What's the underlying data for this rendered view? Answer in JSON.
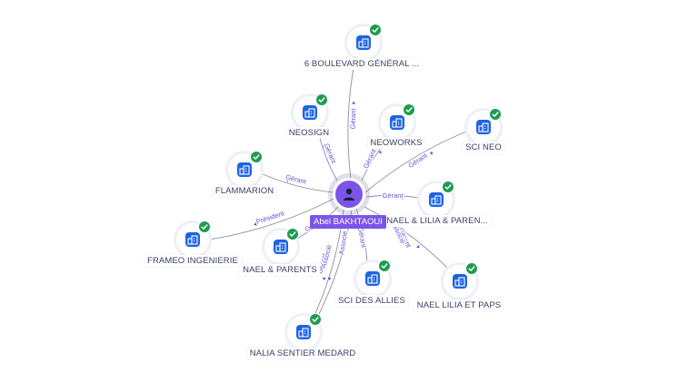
{
  "center": {
    "name": "Abel BAKHTAOUI",
    "icon": "person-icon",
    "color": "#7b55e8"
  },
  "companies": [
    {
      "id": "6-boulevard",
      "name": "6 BOULEVARD GÉNÉRAL ...",
      "icon": "company-icon",
      "verified": true
    },
    {
      "id": "neosign",
      "name": "NEOSIGN",
      "icon": "company-icon",
      "verified": true
    },
    {
      "id": "neoworks",
      "name": "NEOWORKS",
      "icon": "company-icon",
      "verified": true
    },
    {
      "id": "sci-neo",
      "name": "SCI NEO",
      "icon": "company-icon",
      "verified": true
    },
    {
      "id": "flammarion",
      "name": "FLAMMARION",
      "icon": "company-icon",
      "verified": true
    },
    {
      "id": "nael-lilia-parents",
      "name": "NAEL & LILIA & PAREN...",
      "icon": "company-icon",
      "verified": true
    },
    {
      "id": "frameo",
      "name": "FRAMEO INGENIERIE",
      "icon": "company-icon",
      "verified": true
    },
    {
      "id": "nael-parents",
      "name": "NAEL & PARENTS",
      "icon": "company-icon",
      "verified": true
    },
    {
      "id": "sci-des-allies",
      "name": "SCI DES ALLIES",
      "icon": "company-icon",
      "verified": true
    },
    {
      "id": "nael-lilia-paps",
      "name": "NAEL LILIA ET PAPS",
      "icon": "company-icon",
      "verified": true
    },
    {
      "id": "nalia",
      "name": "NALIA SENTIER MEDARD",
      "icon": "company-icon",
      "verified": true
    }
  ],
  "relations": [
    {
      "target": "6-boulevard",
      "labels": [
        "Gérant"
      ]
    },
    {
      "target": "neosign",
      "labels": [
        "Gérant"
      ]
    },
    {
      "target": "neoworks",
      "labels": [
        "Gérant"
      ]
    },
    {
      "target": "sci-neo",
      "labels": [
        "Gérant"
      ]
    },
    {
      "target": "flammarion",
      "labels": [
        "Gérant"
      ]
    },
    {
      "target": "nael-lilia-parents",
      "labels": [
        "Gérant"
      ]
    },
    {
      "target": "frameo",
      "labels": [
        "Président"
      ]
    },
    {
      "target": "nael-parents",
      "labels": [
        "G"
      ]
    },
    {
      "target": "sci-des-allies",
      "labels": [
        "Gérant"
      ]
    },
    {
      "target": "nael-lilia-paps",
      "labels": [
        "Gérant",
        "Associé"
      ]
    },
    {
      "target": "nalia",
      "labels": [
        "Gérant",
        "Associé"
      ]
    },
    {
      "target": "nalia",
      "labels": [
        "Associé"
      ]
    }
  ],
  "colors": {
    "company": "#1d63e6",
    "verified": "#1e9c52",
    "edge": "#8a90a6",
    "edge_label": "#6a4fd1"
  }
}
